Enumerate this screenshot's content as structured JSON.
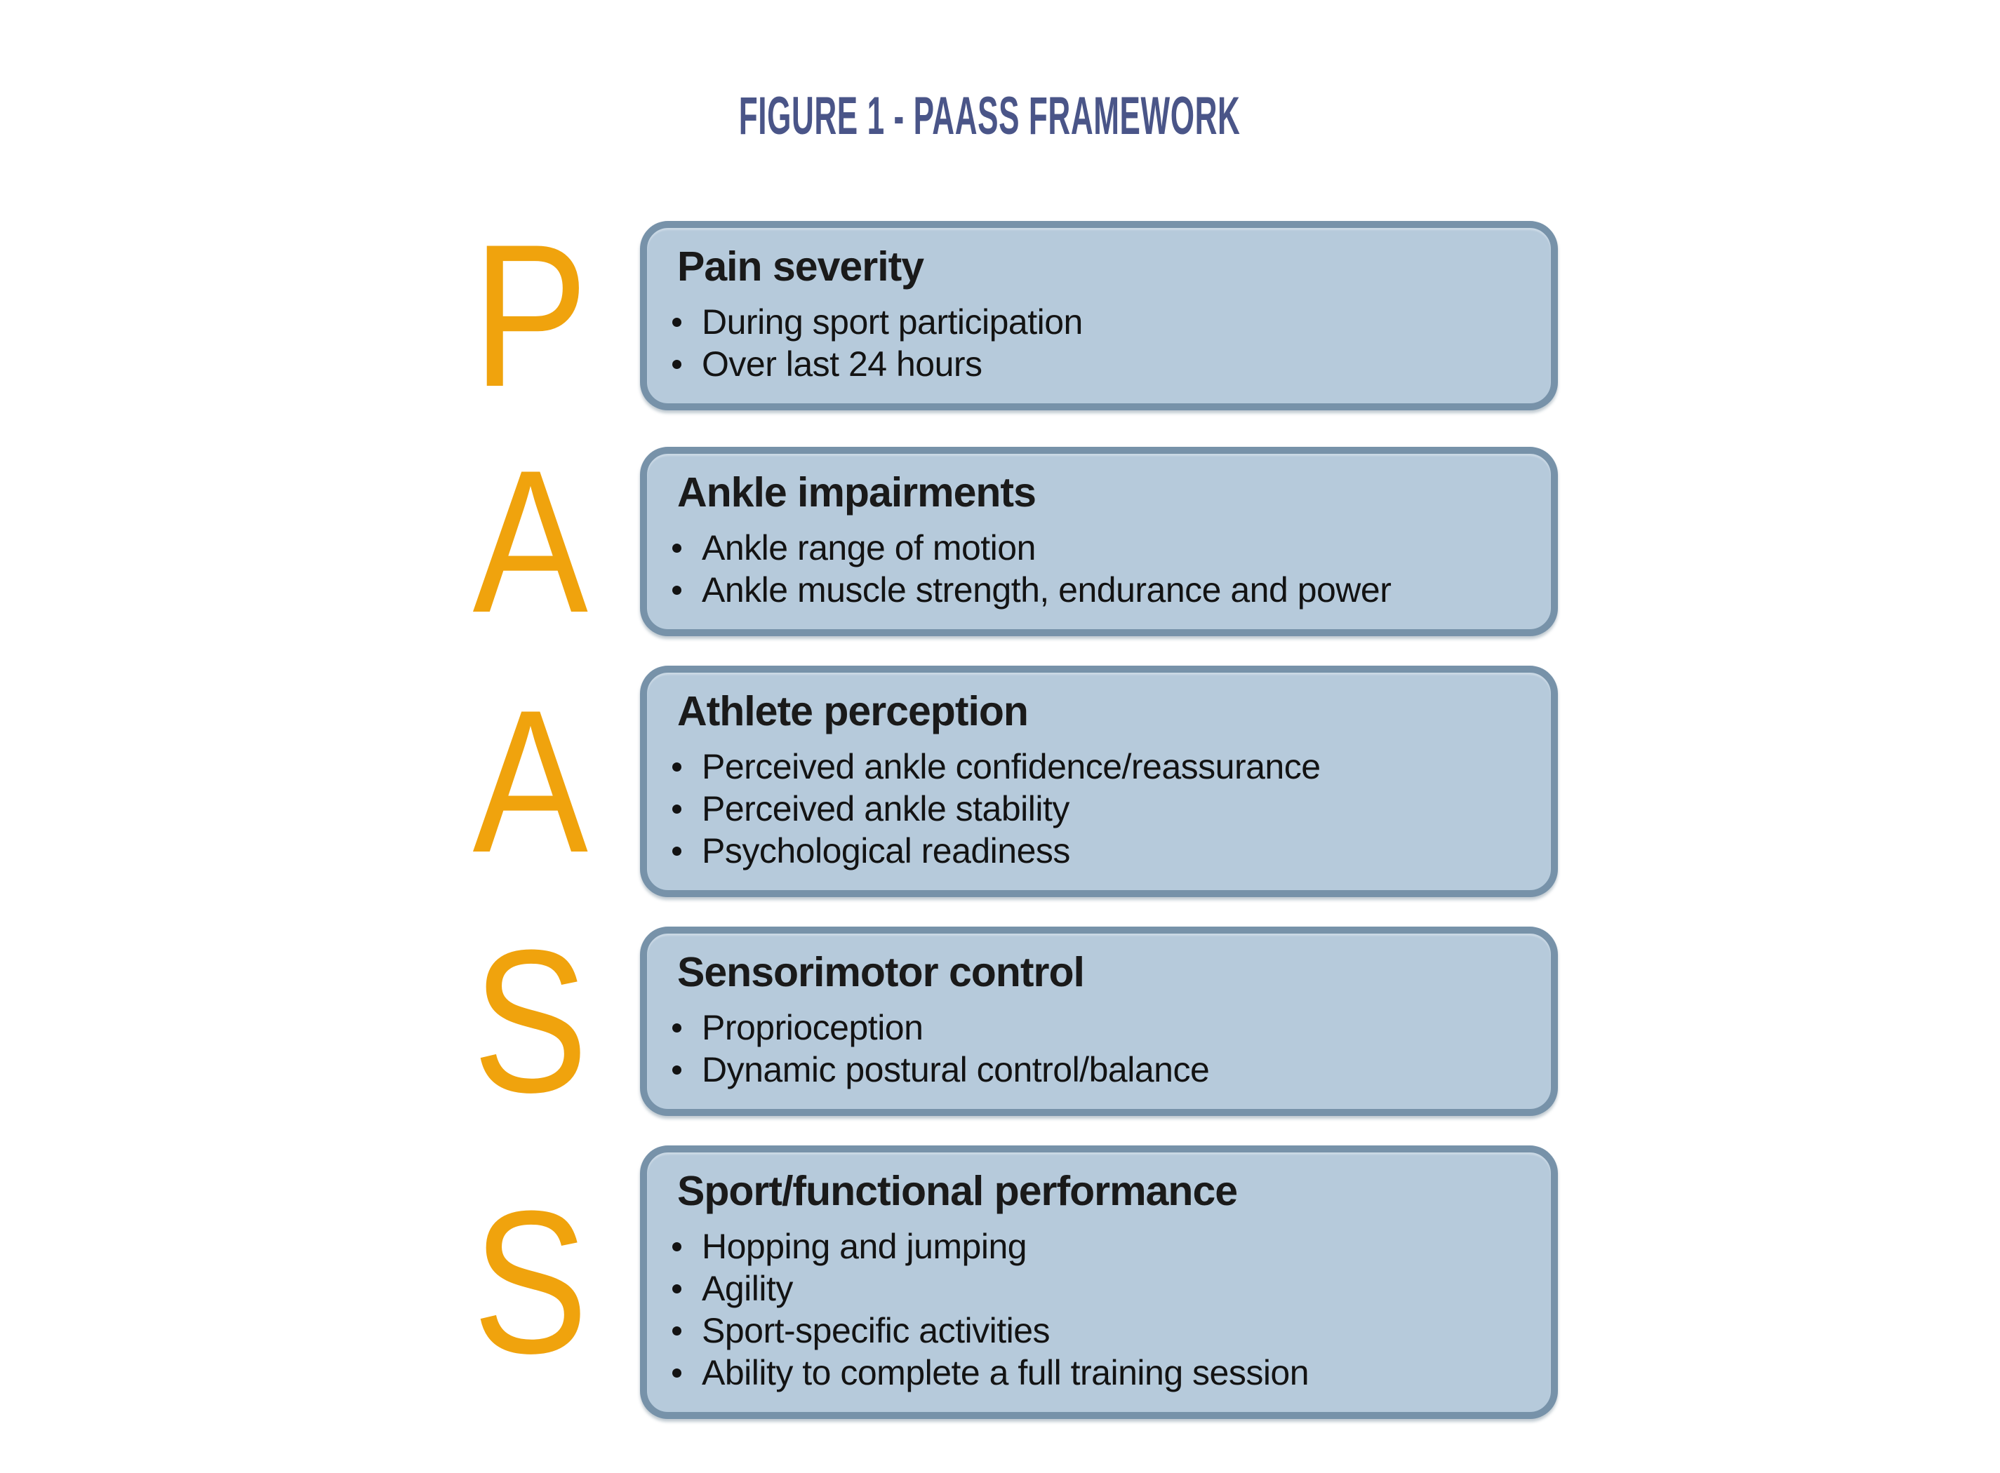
{
  "title": "FIGURE 1 - PAASS FRAMEWORK",
  "theme": {
    "page_bg": "#FFFFFF",
    "title_navy": "#4A5588",
    "accent_orange": "#F0A30D",
    "box_fill": "#B6CADB",
    "box_border": "#7792A9",
    "heading_text": "#1A1A1A",
    "bullet_text": "#131313"
  },
  "rows": [
    {
      "letter": "P",
      "heading": "Pain severity",
      "items": [
        "During sport participation",
        "Over last 24 hours"
      ]
    },
    {
      "letter": "A",
      "heading": "Ankle impairments",
      "items": [
        "Ankle range of motion",
        "Ankle muscle strength, endurance and power"
      ]
    },
    {
      "letter": "A",
      "heading": "Athlete perception",
      "items": [
        "Perceived ankle confidence/reassurance",
        "Perceived ankle stability",
        "Psychological readiness"
      ]
    },
    {
      "letter": "S",
      "heading": "Sensorimotor control",
      "items": [
        "Proprioception",
        "Dynamic postural control/balance"
      ]
    },
    {
      "letter": "S",
      "heading": "Sport/functional performance",
      "items": [
        "Hopping and jumping",
        "Agility",
        "Sport-specific activities",
        "Ability to complete a full training session"
      ]
    }
  ]
}
